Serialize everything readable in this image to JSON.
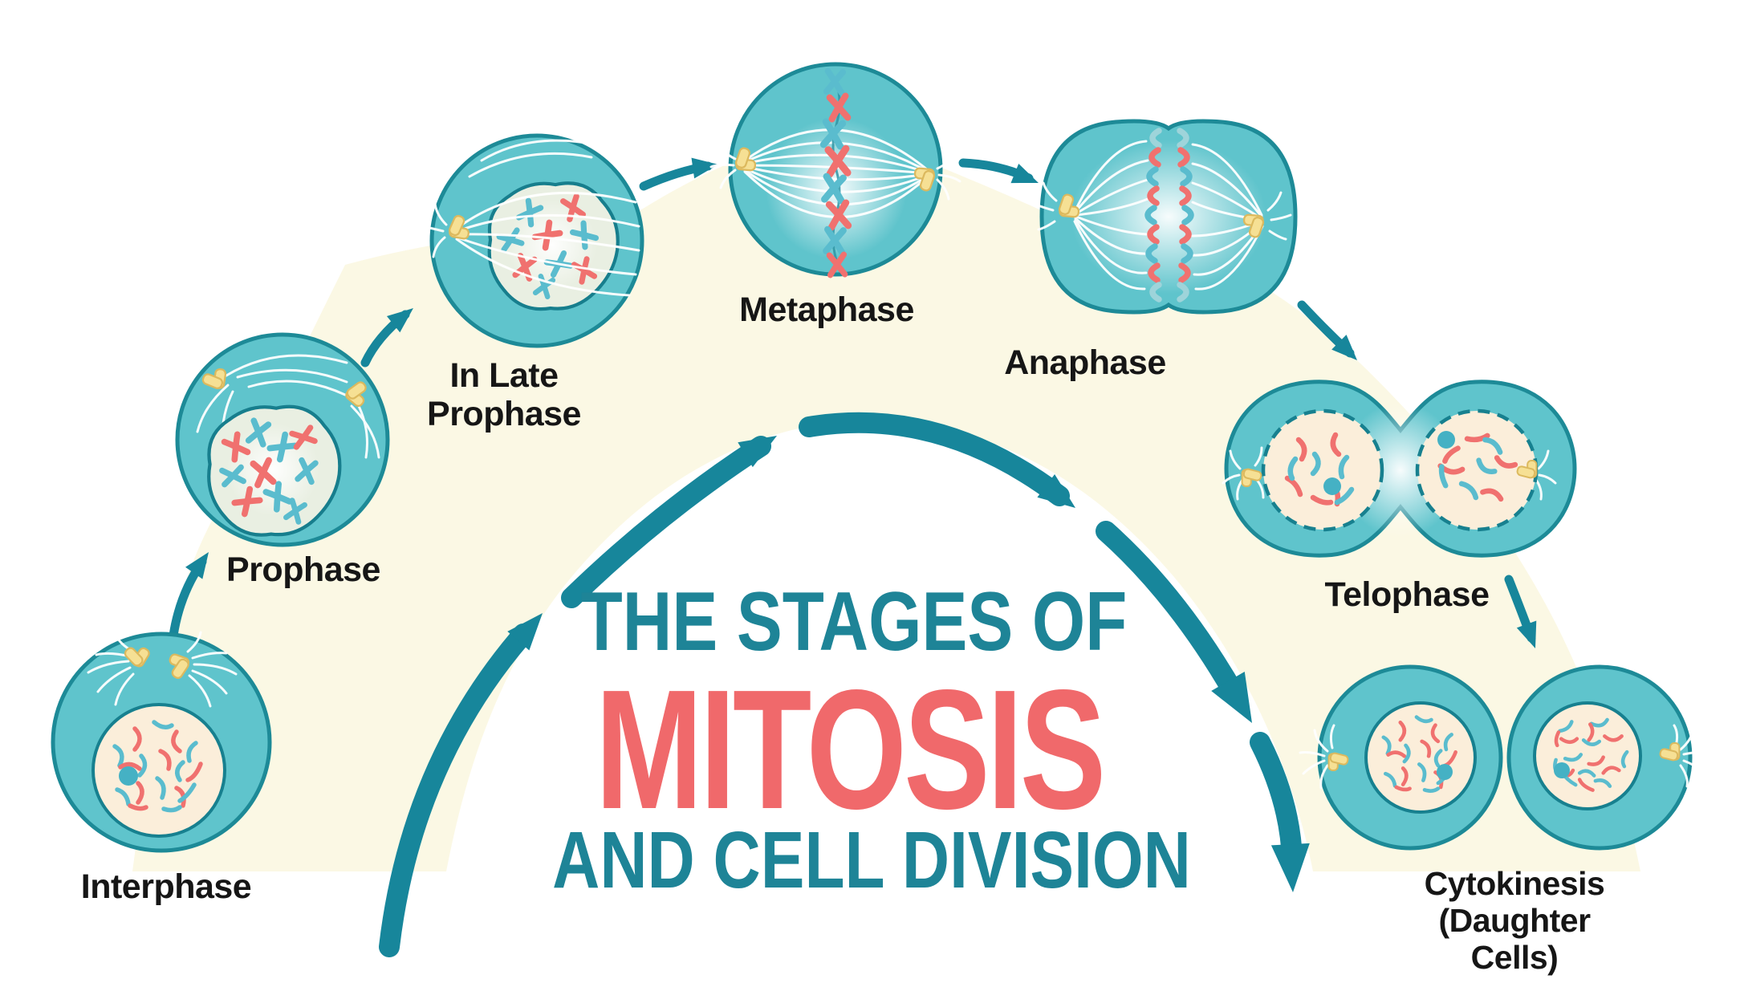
{
  "title": {
    "line1": "THE STAGES OF",
    "line2": "MITOSIS",
    "line3": "AND CELL DIVISION"
  },
  "stages": [
    {
      "id": "interphase",
      "label": "Interphase"
    },
    {
      "id": "prophase",
      "label": "Prophase"
    },
    {
      "id": "late_prophase",
      "label": "In Late\nProphase"
    },
    {
      "id": "metaphase",
      "label": "Metaphase"
    },
    {
      "id": "anaphase",
      "label": "Anaphase"
    },
    {
      "id": "telophase",
      "label": "Telophase"
    },
    {
      "id": "cytokinesis",
      "label": "Cytokinesis\n(Daughter Cells)"
    }
  ],
  "colors": {
    "background": "#FFFFFF",
    "arch_band": "#FBF8E4",
    "cell_fill": "#5FC4CC",
    "cell_border": "#1D8A97",
    "nucleus_fill": "#FBEEDA",
    "breaking_nucleus_fill": "#E9EFE2",
    "accent_teal": "#17869B",
    "title_teal": "#1E8497",
    "title_coral": "#F0696B",
    "chromosome_red": "#F0716F",
    "chromosome_blue": "#5ABCCE",
    "centriole_yellow": "#F6E094",
    "nucleolus_teal": "#45B1C4",
    "label_color": "#161616"
  }
}
